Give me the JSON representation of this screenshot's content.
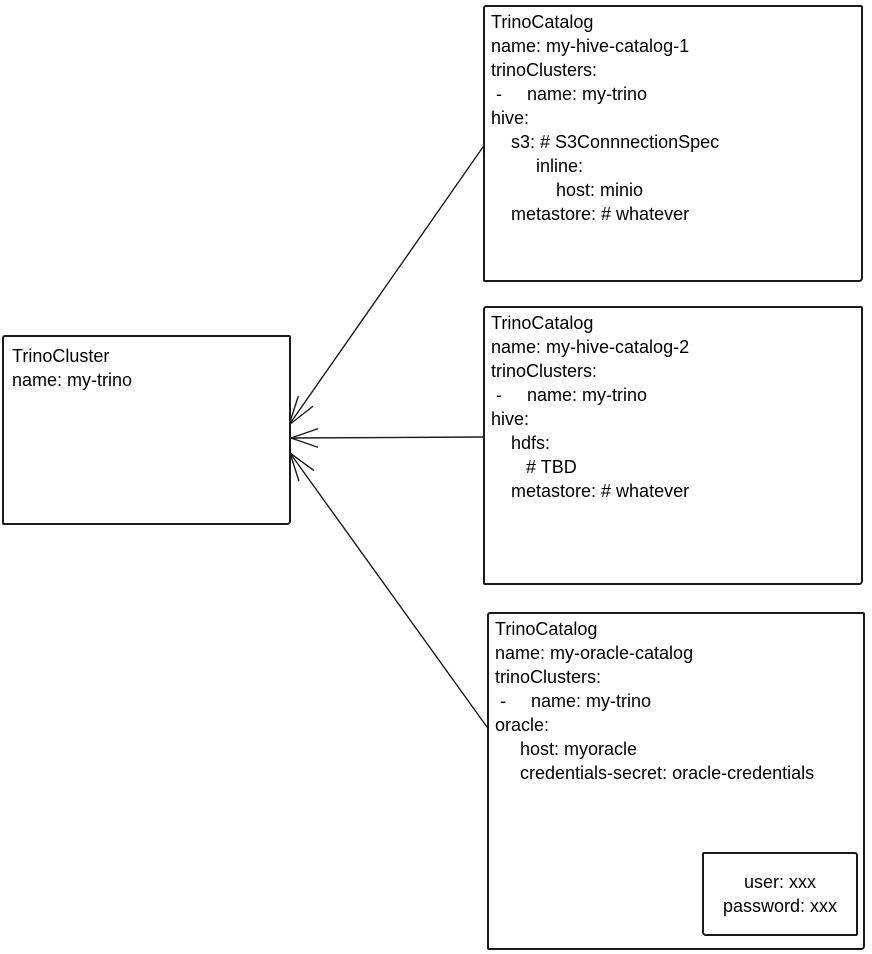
{
  "diagram": {
    "colors": {
      "stroke": "#1b1b1b",
      "text": "#000000",
      "box_fill": "#ffffff",
      "background": "#ffffff"
    },
    "cluster": {
      "lines": [
        "TrinoCluster",
        "name: my-trino"
      ]
    },
    "catalogs": [
      {
        "id": "trino-catalog-1",
        "lines": [
          "TrinoCatalog",
          "name: my-hive-catalog-1",
          "trinoClusters:",
          " -     name: my-trino",
          "hive:",
          "    s3: # S3ConnnectionSpec",
          "         inline:",
          "             host: minio",
          "    metastore: # whatever"
        ]
      },
      {
        "id": "trino-catalog-2",
        "lines": [
          "TrinoCatalog",
          "name: my-hive-catalog-2",
          "trinoClusters:",
          " -     name: my-trino",
          "hive:",
          "    hdfs:",
          "       # TBD",
          "    metastore: # whatever"
        ]
      },
      {
        "id": "trino-catalog-3",
        "lines": [
          "TrinoCatalog",
          "name: my-oracle-catalog",
          "trinoClusters:",
          " -     name: my-trino",
          "oracle:",
          "     host: myoracle",
          "     credentials-secret: oracle-credentials"
        ]
      }
    ],
    "secret": {
      "lines": [
        "user: xxx",
        "password: xxx"
      ]
    },
    "connections": [
      {
        "from": "trino-catalog-1",
        "to": "trino-cluster",
        "style": "arrow"
      },
      {
        "from": "trino-catalog-2",
        "to": "trino-cluster",
        "style": "arrow"
      },
      {
        "from": "trino-catalog-3",
        "to": "trino-cluster",
        "style": "arrow"
      },
      {
        "from": "credentials-secret: oracle-credentials",
        "to": "secret-box",
        "style": "arrow"
      }
    ]
  }
}
